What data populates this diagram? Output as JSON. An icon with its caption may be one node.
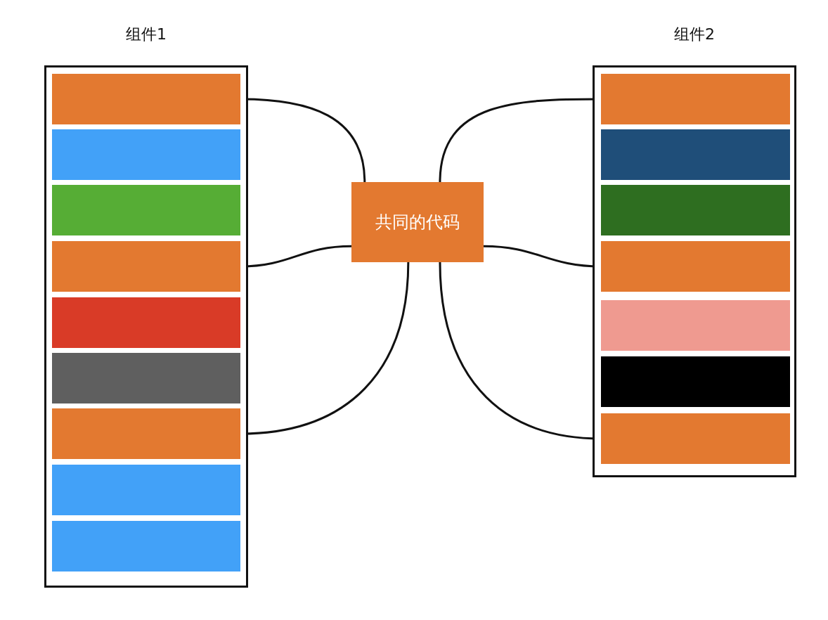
{
  "diagram": {
    "nodes": [
      {
        "text": [
          "组件1"
        ]
      },
      {
        "text": [],
        "shape": "bar",
        "in": 0
      },
      {
        "text": [],
        "shape": "bar",
        "in": 0
      },
      {
        "text": [],
        "shape": "bar",
        "in": 0
      },
      {
        "text": [],
        "shape": "bar",
        "in": 0
      },
      {
        "text": [],
        "shape": "bar",
        "in": 0
      },
      {
        "text": [],
        "shape": "bar",
        "in": 0
      },
      {
        "text": [],
        "shape": "bar",
        "in": 0
      },
      {
        "text": [],
        "shape": "bar",
        "in": 0
      },
      {
        "text": [],
        "shape": "bar",
        "in": 0
      },
      {
        "text": [
          "共同的代码"
        ]
      },
      {
        "text": [
          "组件2"
        ]
      },
      {
        "text": [],
        "shape": "bar",
        "in": 11
      },
      {
        "text": [],
        "shape": "bar",
        "in": 11
      },
      {
        "text": [],
        "shape": "bar",
        "in": 11
      },
      {
        "text": [],
        "shape": "bar",
        "in": 11
      },
      {
        "text": [],
        "shape": "bar",
        "in": 11
      },
      {
        "text": [],
        "shape": "bar",
        "in": 11
      },
      {
        "text": [],
        "shape": "bar",
        "in": 11
      }
    ],
    "edges": [
      {
        "from": 1,
        "to": 10,
        "arrow": "none"
      },
      {
        "from": 4,
        "to": 10,
        "arrow": "none"
      },
      {
        "from": 7,
        "to": 10,
        "arrow": "none"
      },
      {
        "from": 10,
        "to": 12,
        "arrow": "none"
      },
      {
        "from": 10,
        "to": 15,
        "arrow": "none"
      },
      {
        "from": 10,
        "to": 18,
        "arrow": "none"
      }
    ]
  }
}
